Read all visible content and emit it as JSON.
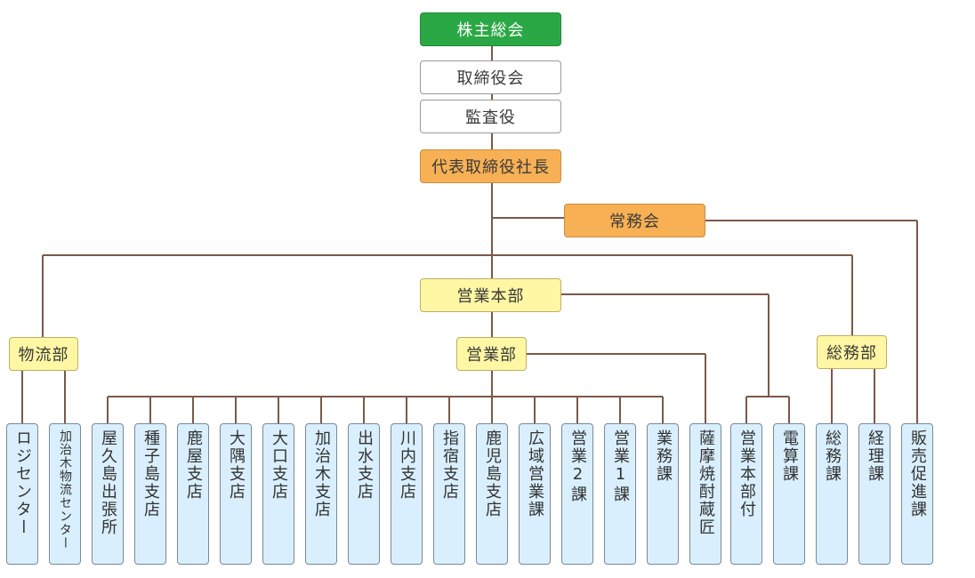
{
  "nodes": {
    "shareholders": "株主総会",
    "board": "取締役会",
    "auditor": "監査役",
    "president": "代表取締役社長",
    "executive_committee": "常務会",
    "sales_hq": "営業本部",
    "logistics": "物流部",
    "sales_dept": "営業部",
    "general_affairs": "総務部"
  },
  "leaves": [
    "ロジセンター",
    "加治木物流センター",
    "屋久島出張所",
    "種子島支店",
    "鹿屋支店",
    "大隅支店",
    "大口支店",
    "加治木支店",
    "出水支店",
    "川内支店",
    "指宿支店",
    "鹿児島支店",
    "広域営業課",
    "営業2課",
    "営業1課",
    "業務課",
    "薩摩焼酎蔵匠",
    "営業本部付",
    "電算課",
    "総務課",
    "経理課",
    "販売促進課"
  ],
  "colors": {
    "green": "#2aa845",
    "orange": "#f7b054",
    "yellow": "#fff7a3",
    "leaf": "#d9effd",
    "line": "#7a5a48"
  }
}
